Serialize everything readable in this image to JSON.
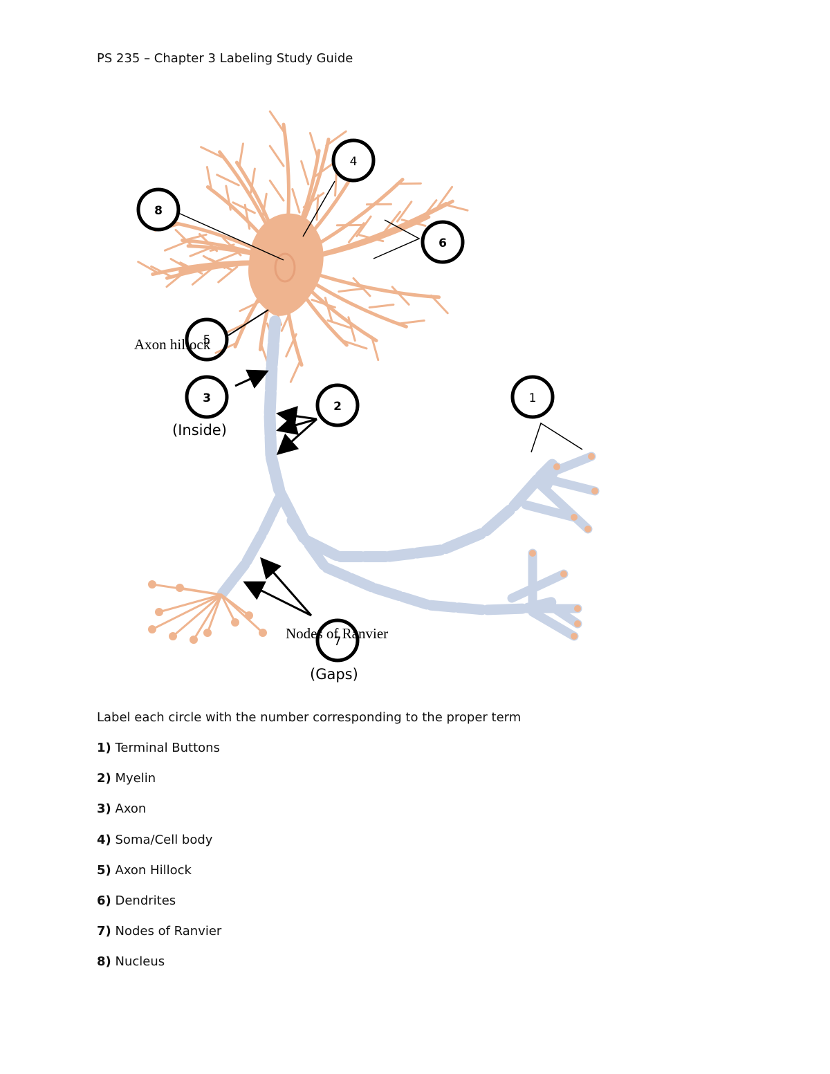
{
  "title": "PS 235 – Chapter 3 Labeling Study Guide",
  "colors": {
    "neuron": "#efb48f",
    "neuron_dark": "#e6a07a",
    "myelin": "#c8d3e6",
    "myelin_edge": "#b7c4dc",
    "ink": "#000000"
  },
  "circles": [
    {
      "label": "1"
    },
    {
      "label": "2"
    },
    {
      "label": "3"
    },
    {
      "label": "4"
    },
    {
      "label": "5"
    },
    {
      "label": "6"
    },
    {
      "label": "7"
    },
    {
      "label": "8"
    }
  ],
  "annotations": {
    "axon_hillock": "Axon hillock",
    "inside": "(Inside)",
    "nodes_of_ranvier": "Nodes of Ranvier",
    "gaps": "(Gaps)"
  },
  "instructions": "Label each circle with the number corresponding to the proper term",
  "terms": [
    {
      "num": "1)",
      "text": "Terminal Buttons"
    },
    {
      "num": "2)",
      "text": "Myelin"
    },
    {
      "num": "3)",
      "text": "Axon"
    },
    {
      "num": "4)",
      "text": "Soma/Cell body"
    },
    {
      "num": "5)",
      "text": "Axon Hillock"
    },
    {
      "num": "6)",
      "text": "Dendrites"
    },
    {
      "num": "7)",
      "text": "Nodes of Ranvier"
    },
    {
      "num": "8)",
      "text": "Nucleus"
    }
  ]
}
